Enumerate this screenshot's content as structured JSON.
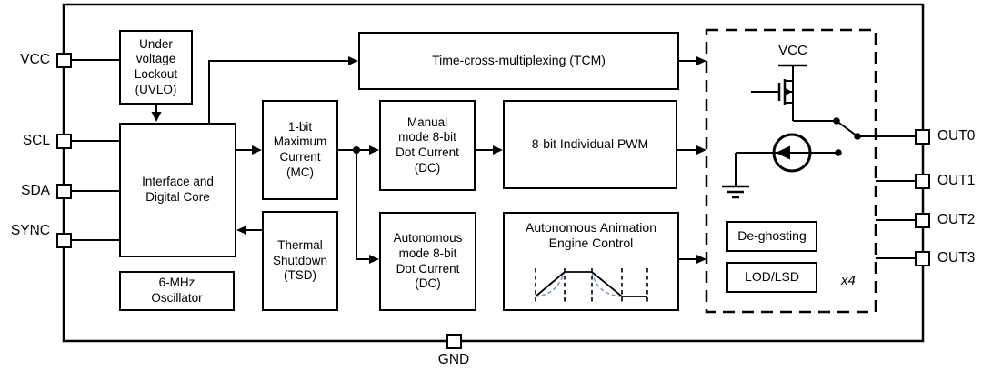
{
  "pins": {
    "left": [
      {
        "id": "vcc",
        "label": "VCC"
      },
      {
        "id": "scl",
        "label": "SCL"
      },
      {
        "id": "sda",
        "label": "SDA"
      },
      {
        "id": "sync",
        "label": "SYNC"
      }
    ],
    "right": [
      {
        "id": "out0",
        "label": "OUT0"
      },
      {
        "id": "out1",
        "label": "OUT1"
      },
      {
        "id": "out2",
        "label": "OUT2"
      },
      {
        "id": "out3",
        "label": "OUT3"
      }
    ],
    "bottom": {
      "id": "gnd",
      "label": "GND"
    }
  },
  "blocks": {
    "uvlo": {
      "label": "Under\nvoltage\nLockout\n(UVLO)"
    },
    "interface_core": {
      "label": "Interface and\nDigital Core"
    },
    "oscillator": {
      "label": "6-MHz\nOscillator"
    },
    "max_current": {
      "label": "1-bit\nMaximum\nCurrent\n(MC)"
    },
    "thermal_shutdown": {
      "label": "Thermal\nShutdown\n(TSD)"
    },
    "tcm": {
      "label": "Time-cross-multiplexing (TCM)"
    },
    "manual_dc": {
      "label": "Manual\nmode 8-bit\nDot Current\n(DC)"
    },
    "individual_pwm": {
      "label": "8-bit Individual PWM"
    },
    "auto_dc": {
      "label": "Autonomous\nmode 8-bit\nDot Current\n(DC)"
    },
    "animation_engine": {
      "label": "Autonomous Animation\nEngine Control"
    },
    "deghosting": {
      "label": "De-ghosting"
    },
    "lod_lsd": {
      "label": "LOD/LSD"
    }
  },
  "output_stage": {
    "vcc_rail_label": "VCC",
    "multiplier_label": "x4"
  },
  "colors": {
    "line": "#000000",
    "waveform_accent": "#6f9dc6",
    "background": "#ffffff"
  }
}
